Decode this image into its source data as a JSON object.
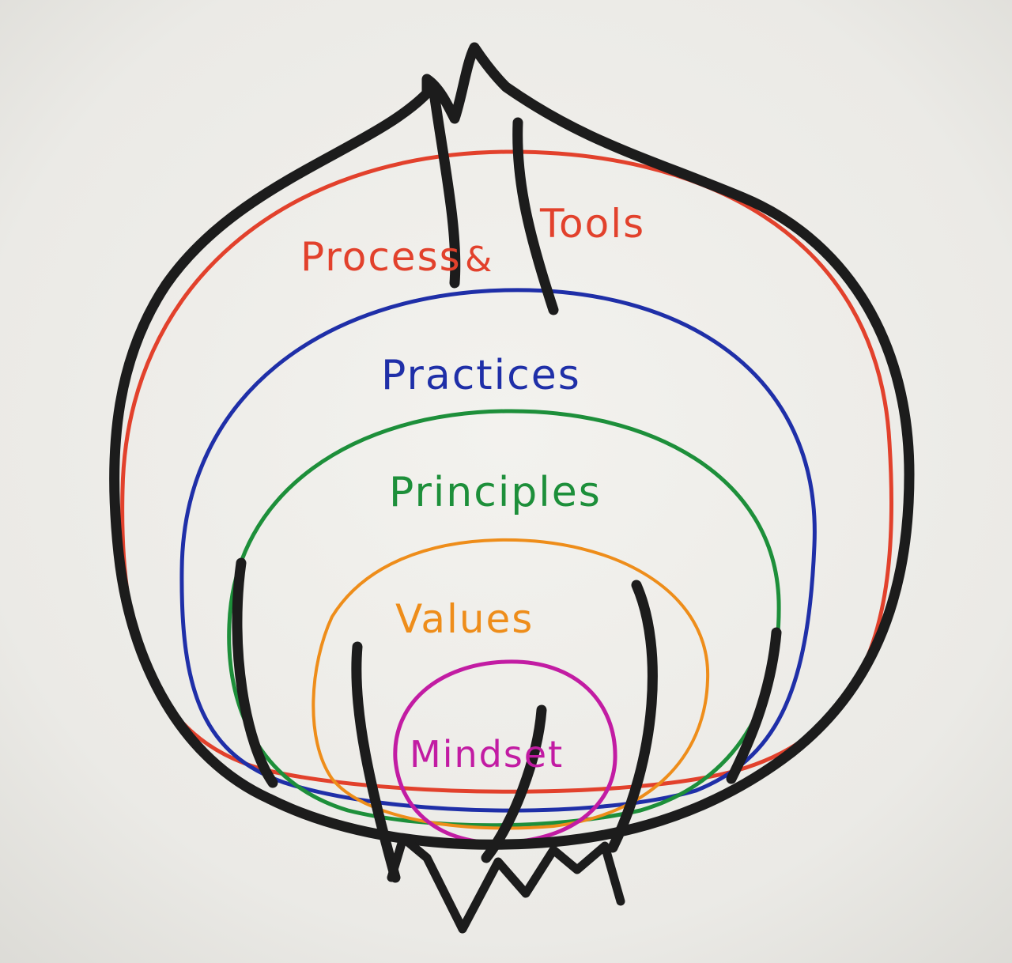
{
  "diagram": {
    "layers": [
      {
        "id": "process-tools",
        "label_left": "Process",
        "connector": "&",
        "label_right": "Tools",
        "color": "#e2412c"
      },
      {
        "id": "practices",
        "label": "Practices",
        "color": "#1f2fa8"
      },
      {
        "id": "principles",
        "label": "Principles",
        "color": "#1d8f3a"
      },
      {
        "id": "values",
        "label": "Values",
        "color": "#ee8d1a"
      },
      {
        "id": "mindset",
        "label": "Mindset",
        "color": "#c21ca3"
      }
    ],
    "outline_color": "#1c1c1c",
    "paper_color": "#ecebe7"
  }
}
